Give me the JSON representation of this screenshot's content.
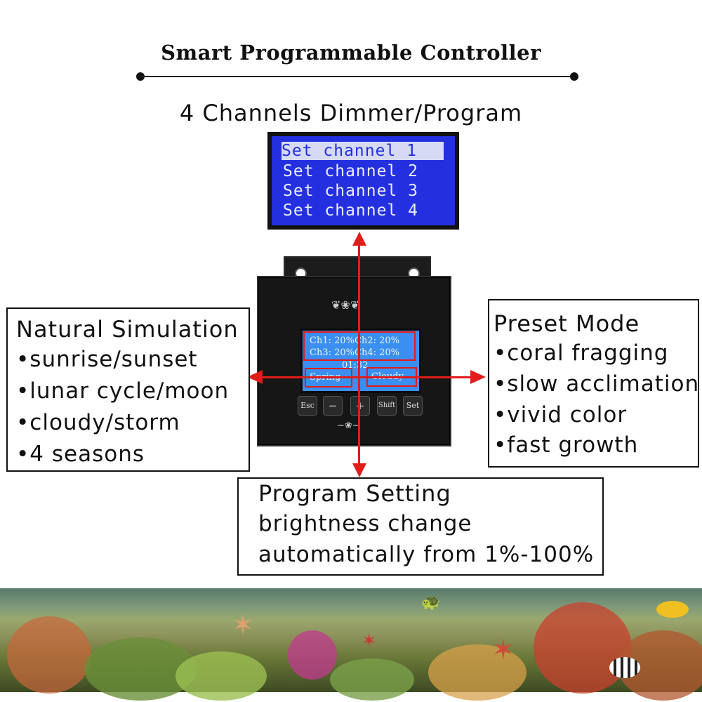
{
  "header": {
    "title": "Smart Programmable Controller",
    "subtitle": "4 Channels Dimmer/Program"
  },
  "lcd_menu": {
    "lines": [
      "Set channel 1",
      "Set channel 2",
      "Set channel 3",
      "Set channel 4"
    ],
    "selected_index": 0
  },
  "device": {
    "screen": {
      "row1": "Ch1: 20%Ch2: 20%",
      "row2": "Ch3: 20%Ch4: 20%",
      "time": "01:32",
      "season": "Spring",
      "weather": "Cloudy"
    },
    "buttons": [
      "Esc",
      "−",
      "+",
      "Shift",
      "Set"
    ]
  },
  "natural_simulation": {
    "heading": "Natural Simulation",
    "items": [
      "sunrise/sunset",
      "lunar cycle/moon",
      "cloudy/storm",
      "4 seasons"
    ]
  },
  "preset_mode": {
    "heading": "Preset Mode",
    "items": [
      "coral fragging",
      "slow acclimation",
      "vivid color",
      "fast growth"
    ]
  },
  "program_setting": {
    "heading": "Program Setting",
    "line1": "brightness change",
    "line2": "automatically from 1%-100%"
  },
  "colors": {
    "arrow": "#e31b1b",
    "lcd_blue": "#2430e0",
    "device_screen_blue": "#3a8ff0"
  }
}
